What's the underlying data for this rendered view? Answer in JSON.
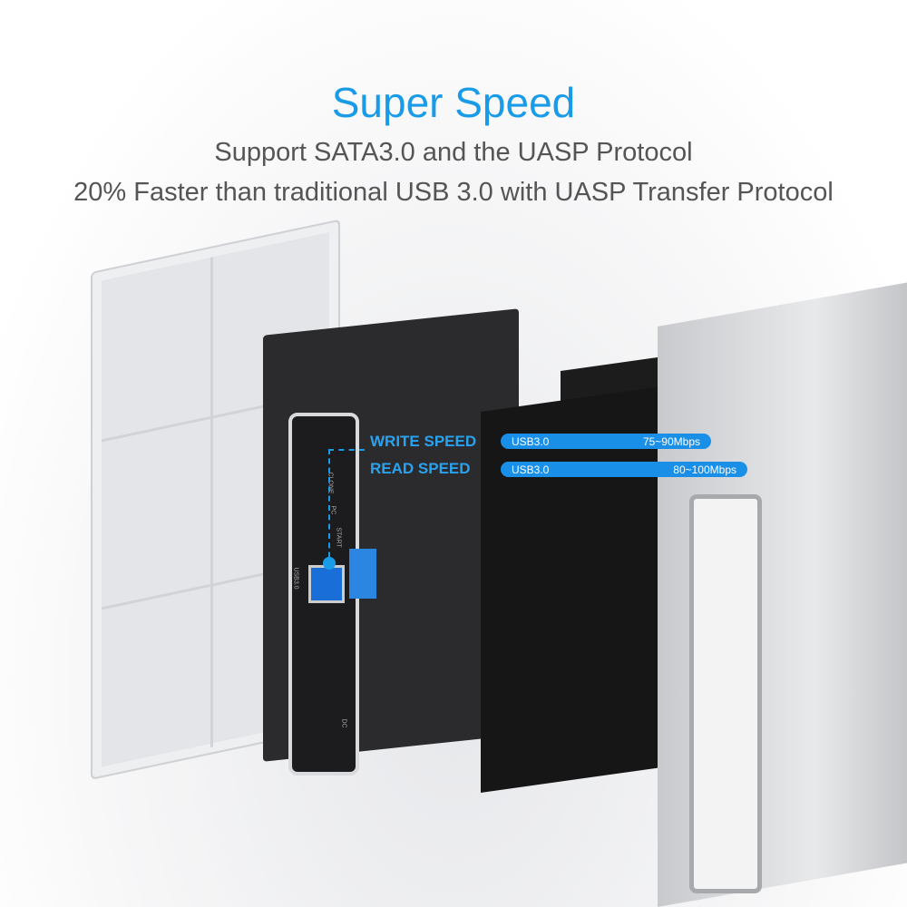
{
  "heading": {
    "title": "Super Speed",
    "line1": "Support SATA3.0 and the UASP Protocol",
    "line2": "20% Faster than traditional USB 3.0 with UASP Transfer Protocol"
  },
  "device_labels": {
    "clone": "CLONE",
    "pc": "PC",
    "start": "START",
    "usb": "USB3.0",
    "dc": "DC"
  },
  "speeds": [
    {
      "label": "WRITE SPEED",
      "interface": "USB3.0",
      "value": "75~90Mbps"
    },
    {
      "label": "READ SPEED",
      "interface": "USB3.0",
      "value": "80~100Mbps"
    }
  ],
  "colors": {
    "accent": "#1a9be8",
    "text": "#555555"
  }
}
